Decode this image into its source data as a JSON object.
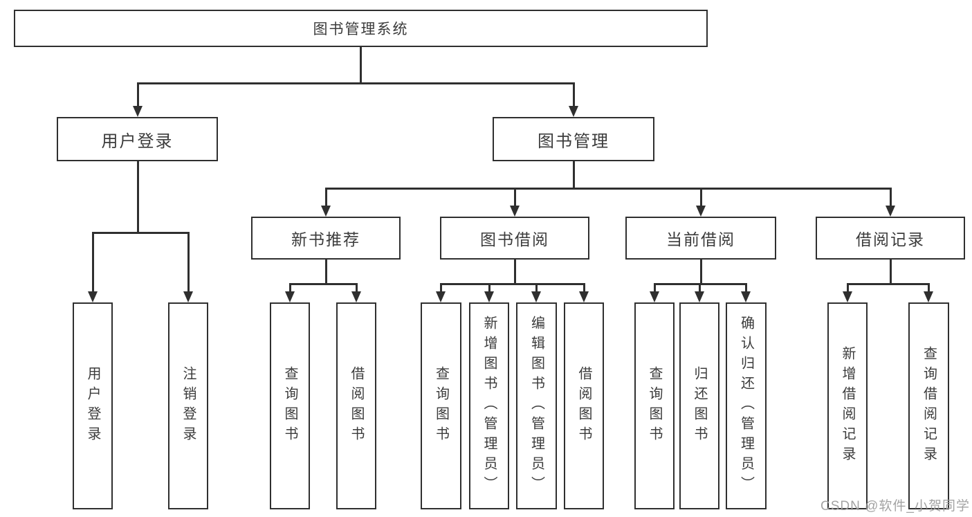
{
  "diagram_type": "hierarchy-flowchart",
  "title": "图书管理系统",
  "watermark": "CSDN @软件_小贺同学",
  "colors": {
    "line": "#2f2f2f",
    "text": "#3b3b3b",
    "background": "#ffffff",
    "watermark": "#9e9e9e"
  },
  "nodes": {
    "root": "图书管理系统",
    "user_login_branch": "用户登录",
    "book_mgmt_branch": "图书管理",
    "new_book_rec": "新书推荐",
    "book_borrow": "图书借阅",
    "current_borrow": "当前借阅",
    "borrow_records": "借阅记录",
    "leaves": {
      "login": "用户登录",
      "logout": "注销登录",
      "rec_query": "查询图书",
      "rec_borrow": "借阅图书",
      "bb_query": "查询图书",
      "bb_add": "新增图书（管理员）",
      "bb_edit": "编辑图书（管理员）",
      "bb_borrow": "借阅图书",
      "cb_query": "查询图书",
      "cb_return": "归还图书",
      "cb_confirm": "确认归还（管理员）",
      "br_add": "新增借阅记录",
      "br_query": "查询借阅记录"
    }
  }
}
